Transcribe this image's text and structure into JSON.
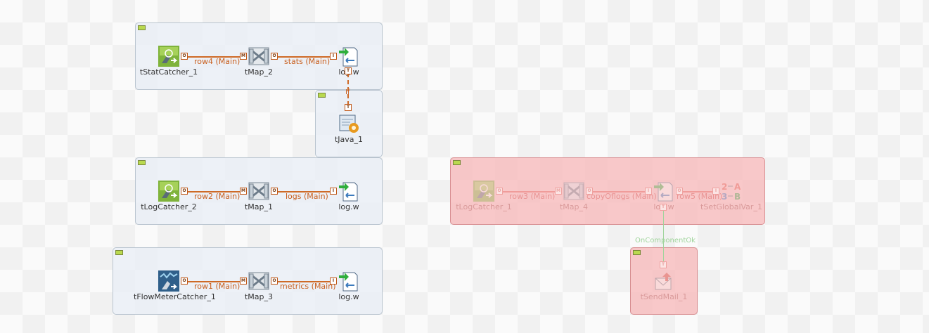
{
  "canvas": {
    "subjobs": [
      {
        "components": [
          "tStatCatcher_1",
          "tMap_2",
          "log.w"
        ],
        "links": [
          "row4 (Main)",
          "stats (Main)"
        ]
      },
      {
        "components": [
          "tJava_1"
        ],
        "trigger": "If"
      },
      {
        "components": [
          "tLogCatcher_2",
          "tMap_1",
          "log.w"
        ],
        "links": [
          "row2 (Main)",
          "logs (Main)"
        ]
      },
      {
        "components": [
          "tFlowMeterCatcher_1",
          "tMap_3",
          "log.w"
        ],
        "links": [
          "row1 (Main)",
          "metrics (Main)"
        ]
      },
      {
        "disabled": true,
        "components": [
          "tLogCatcher_1",
          "tMap_4",
          "log.w",
          "tSetGlobalVar_1"
        ],
        "links": [
          "row3 (Main)",
          "copyOflogs (Main)",
          "row5 (Main)"
        ]
      },
      {
        "components": [
          "tSendMail_1"
        ],
        "trigger": "OnComponentOk"
      }
    ]
  },
  "sj1": {
    "c1": "tStatCatcher_1",
    "c2": "tMap_2",
    "c3": "log.w",
    "l1": "row4 (Main)",
    "l2": "stats (Main)"
  },
  "sj2": {
    "c1": "tJava_1",
    "trigger": "If"
  },
  "sj3": {
    "c1": "tLogCatcher_2",
    "c2": "tMap_1",
    "c3": "log.w",
    "l1": "row2 (Main)",
    "l2": "logs (Main)"
  },
  "sj4": {
    "c1": "tFlowMeterCatcher_1",
    "c2": "tMap_3",
    "c3": "log.w",
    "l1": "row1 (Main)",
    "l2": "metrics (Main)"
  },
  "sj5": {
    "c1": "tLogCatcher_1",
    "c2": "tMap_4",
    "c3": "log.w",
    "c4": "tSetGlobalVar_1",
    "l1": "row3 (Main)",
    "l2": "copyOflogs (Main)",
    "l3": "row5 (Main)"
  },
  "sj6": {
    "c1": "tSendMail_1",
    "trigger": "OnComponentOk"
  },
  "ports": {
    "out": "O",
    "main": "M",
    "in": "I",
    "trigger": "T"
  },
  "icons": {
    "catcher": "stat-catcher-icon",
    "map": "tmap-icon",
    "file": "file-output-icon",
    "java": "java-icon",
    "mail": "sendmail-icon",
    "globalvar": "setglobalvar-icon"
  },
  "colors": {
    "link": "#cf6a26",
    "subjob": "#e8eef5",
    "disabled": "#f7bec0"
  }
}
